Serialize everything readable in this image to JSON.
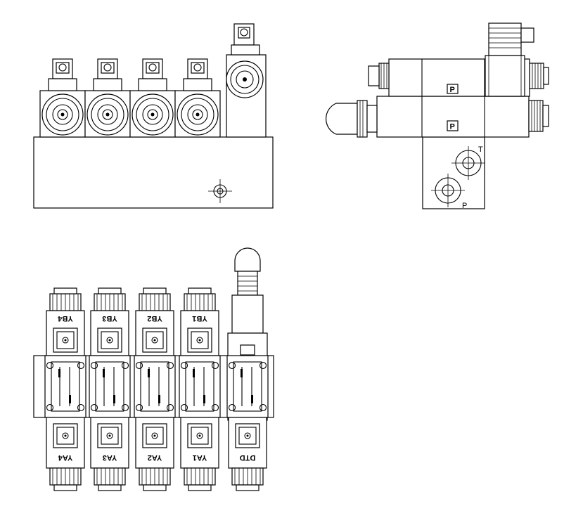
{
  "front_view": {
    "solenoid_count": 5
  },
  "side_view": {
    "port_tag_upper": "P",
    "port_tag_lower": "P",
    "port_t_label": "T",
    "port_p_label": "P"
  },
  "top_view": {
    "top_labels": [
      "YB4",
      "YB3",
      "YB2",
      "YB1"
    ],
    "bottom_labels": [
      "YA4",
      "YA3",
      "YA2",
      "YA1",
      "DTD"
    ]
  }
}
